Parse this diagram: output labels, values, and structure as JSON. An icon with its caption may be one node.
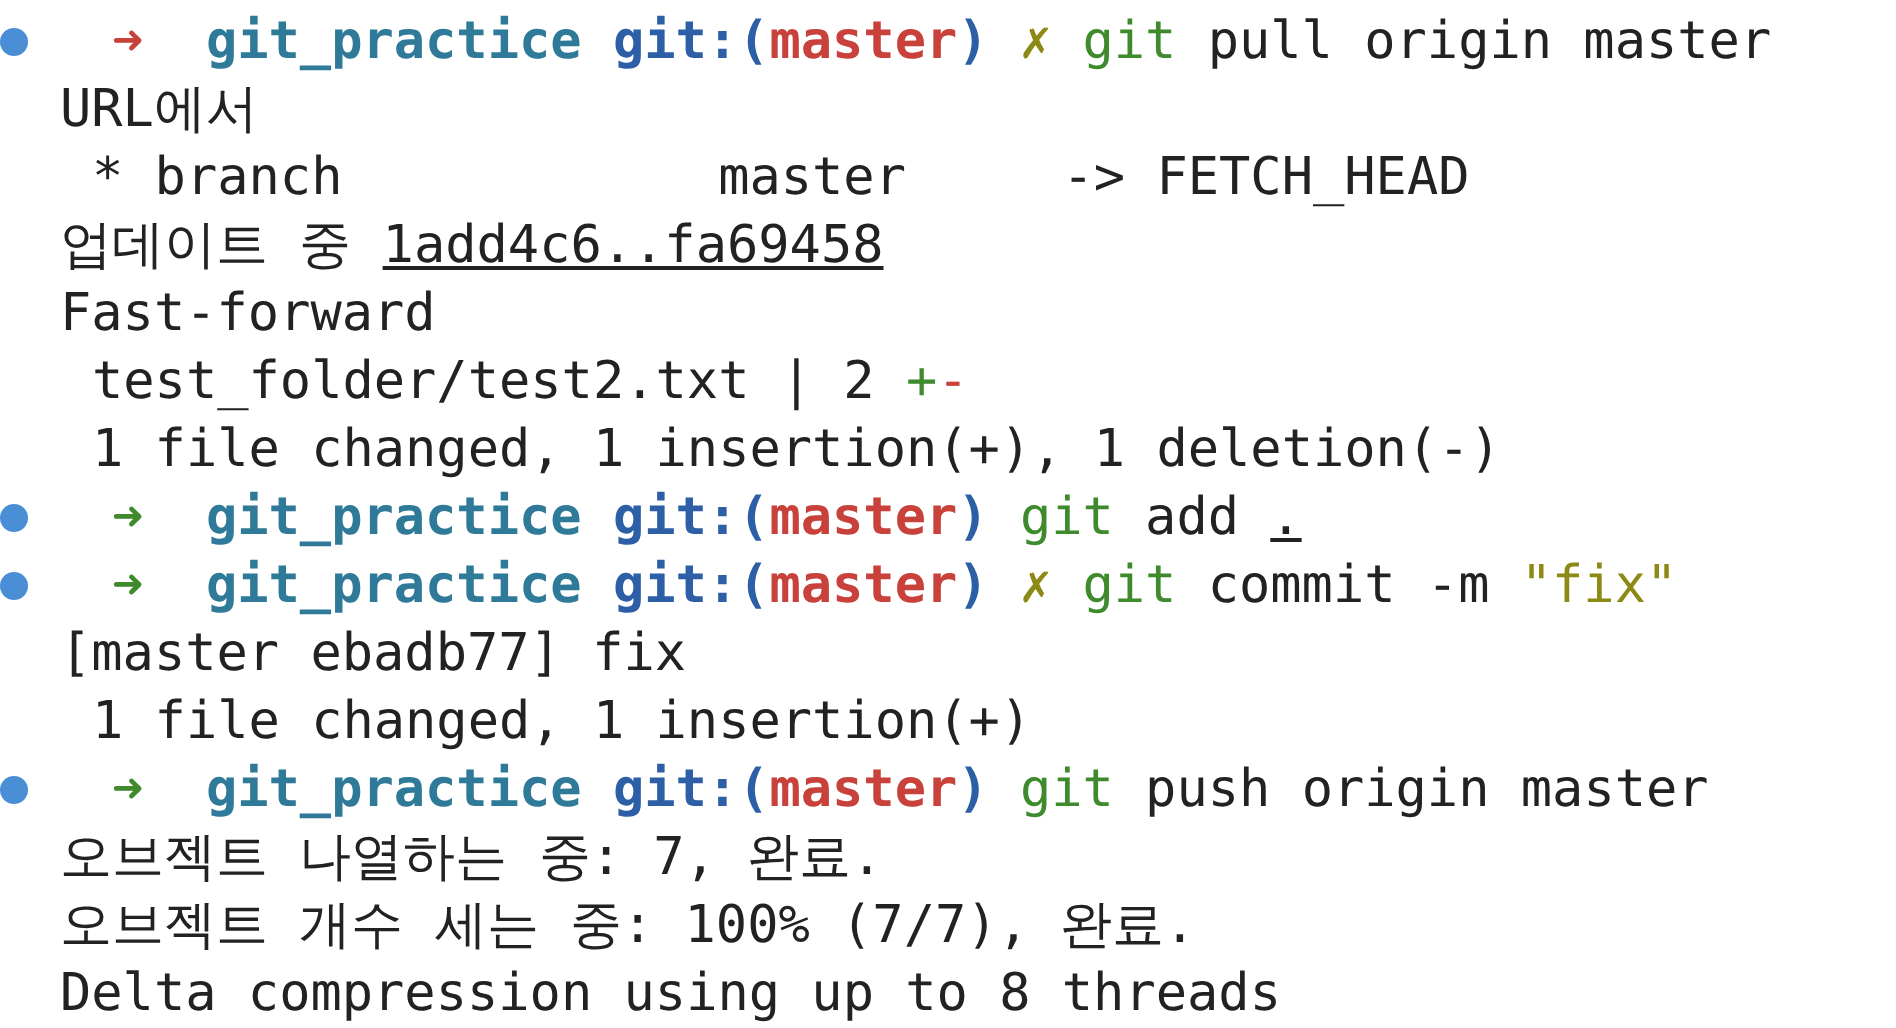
{
  "diagram": {
    "labels": [
      "➜",
      "git_practice",
      "git:(",
      "master",
      ")",
      "✗",
      "git",
      "pull origin master",
      "URL에서",
      "* branch            master     -> FETCH_HEAD",
      "업데이트 중",
      "1add4c6..fa69458",
      "Fast-forward",
      "test_folder/test2.txt | 2",
      "+",
      "-",
      "1 file changed, 1 insertion(+), 1 deletion(-)",
      "➜",
      "git_practice",
      "git:(",
      "master",
      ")",
      "git",
      "add",
      ".",
      "➜",
      "git_practice",
      "git:(",
      "master",
      ")",
      "✗",
      "git",
      "commit -m",
      "\"fix\"",
      "[master ebadb77] fix",
      "1 file changed, 1 insertion(+)",
      "➜",
      "git_practice",
      "git:(",
      "master",
      ")",
      "git",
      "push origin master",
      "오브젝트 나열하는 중: 7, 완료.",
      "오브젝트 개수 세는 중: 100% (7/7), 완료.",
      "Delta compression using up to 8 threads"
    ]
  }
}
